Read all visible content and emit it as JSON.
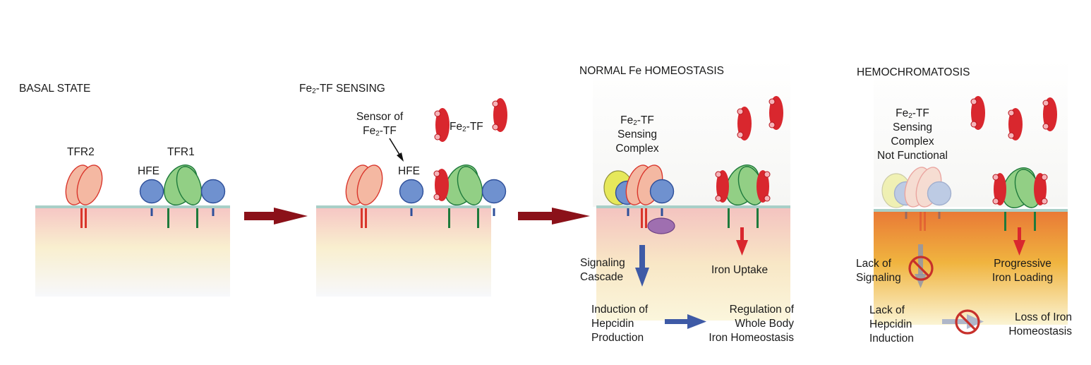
{
  "figure": {
    "panels": [
      {
        "id": "basal",
        "title": "BASAL STATE",
        "labels": {
          "tfr2": "TFR2",
          "tfr1": "TFR1",
          "hfe": "HFE"
        }
      },
      {
        "id": "sensing",
        "title": {
          "pre": "Fe",
          "sub": "2",
          "post": "-TF SENSING"
        },
        "sensor": {
          "line1": "Sensor of",
          "line2_pre": "Fe",
          "line2_sub": "2",
          "line2_post": "-TF"
        },
        "hfe": "HFE",
        "fe2tf": {
          "pre": "Fe",
          "sub": "2",
          "post": "-TF"
        }
      },
      {
        "id": "normal",
        "title": "NORMAL Fe HOMEOSTASIS",
        "complex": {
          "l1_pre": "Fe",
          "l1_sub": "2",
          "l1_post": "-TF",
          "l2": "Sensing",
          "l3": "Complex"
        },
        "signaling": {
          "l1": "Signaling",
          "l2": "Cascade"
        },
        "iron_uptake": "Iron Uptake",
        "induction": {
          "l1": "Induction of",
          "l2": "Hepcidin",
          "l3": "Production"
        },
        "regulation": {
          "l1": "Regulation of",
          "l2": "Whole Body",
          "l3": "Iron Homeostasis"
        }
      },
      {
        "id": "hemochromatosis",
        "title": "HEMOCHROMATOSIS",
        "complex": {
          "l1_pre": "Fe",
          "l1_sub": "2",
          "l1_post": "-TF",
          "l2": "Sensing",
          "l3": "Complex",
          "l4": "Not Functional"
        },
        "lack_signaling": {
          "l1": "Lack of",
          "l2": "Signaling"
        },
        "progressive": {
          "l1": "Progressive",
          "l2": "Iron Loading"
        },
        "lack_hepcidin": {
          "l1": "Lack of",
          "l2": "Hepcidin",
          "l3": "Induction"
        },
        "loss": {
          "l1": "Loss of Iron",
          "l2": "Homeostasis"
        }
      }
    ],
    "colors": {
      "tfr2_fill": "#f4b8a2",
      "tfr2_stroke": "#d9362c",
      "tfr1_fill": "#92cf85",
      "tfr1_stroke": "#1e7a3c",
      "hfe_fill": "#6f91cf",
      "hfe_stroke": "#2e4f9a",
      "transferrin": "#d9272e",
      "transition_arrow": "#8b1119",
      "signal_arrow": "#3e5aa6",
      "iron_arrow": "#d9272e",
      "membrane": "#a8cfc7",
      "signaling_protein": "#9f6fb0",
      "cofactor": "#e6e85a",
      "no_symbol": "#c7302b"
    }
  }
}
